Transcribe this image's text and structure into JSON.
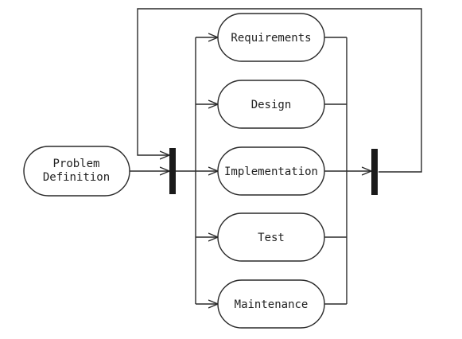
{
  "diagram": {
    "start_node": {
      "lines": [
        "Problem",
        "Definition"
      ]
    },
    "activities": [
      {
        "label": "Requirements"
      },
      {
        "label": "Design"
      },
      {
        "label": "Implementation"
      },
      {
        "label": "Test"
      },
      {
        "label": "Maintenance"
      }
    ],
    "colors": {
      "stroke": "#2a2a2a",
      "bar": "#1a1a1a",
      "text": "#222222"
    }
  }
}
